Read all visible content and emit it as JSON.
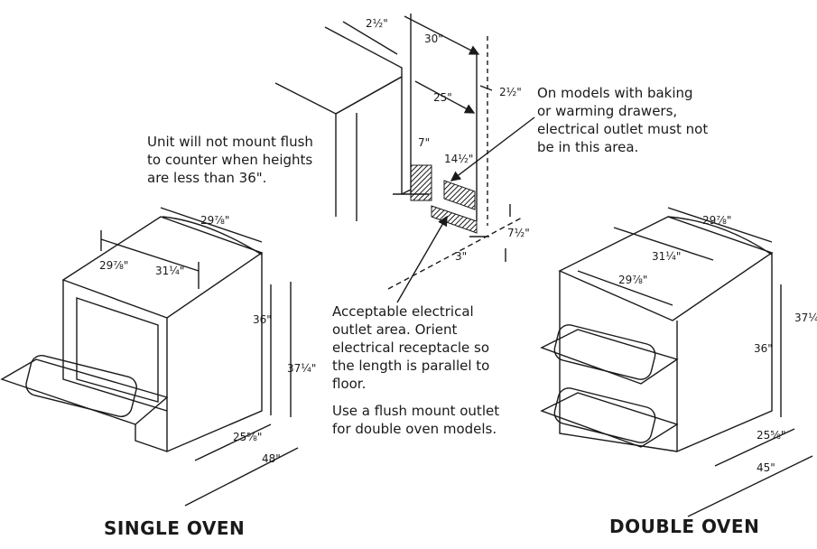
{
  "captions": {
    "single": "SINGLE OVEN",
    "double": "DOUBLE OVEN"
  },
  "notes": {
    "flush_lines": [
      "Unit will not mount flush",
      "to counter when heights",
      "are less than 36\"."
    ],
    "drawer_lines": [
      "On models with baking",
      "or warming drawers,",
      "electrical outlet must not",
      "be in this area."
    ],
    "outlet_lines": [
      "Acceptable electrical",
      "outlet area. Orient",
      "electrical receptacle so",
      "the length is parallel to",
      "floor."
    ],
    "flush_mount_lines": [
      "Use a flush mount outlet",
      "for double oven models."
    ]
  },
  "cabinet_dims": {
    "top_gap": "2½\"",
    "width_30": "30\"",
    "width_25": "25\"",
    "side_gap": "2½\"",
    "outlet_7": "7\"",
    "outlet_14": "14½\"",
    "height_7": "7½\"",
    "depth_3": "3\""
  },
  "single_dims": {
    "top_width": "29⅞\"",
    "inner_width": "29⅞\"",
    "cutout_width": "31¼\"",
    "height_36": "36\"",
    "height_37": "37¼\"",
    "depth": "25⅝\"",
    "total_depth": "48\""
  },
  "double_dims": {
    "top_width": "29⅞\"",
    "cutout_width": "31¼\"",
    "inner_width": "29⅞\"",
    "height_36": "36\"",
    "height_37": "37¼",
    "depth": "25⅝\"",
    "total_depth": "45\""
  },
  "colors": {
    "line": "#1a1a1a",
    "background": "#ffffff"
  }
}
